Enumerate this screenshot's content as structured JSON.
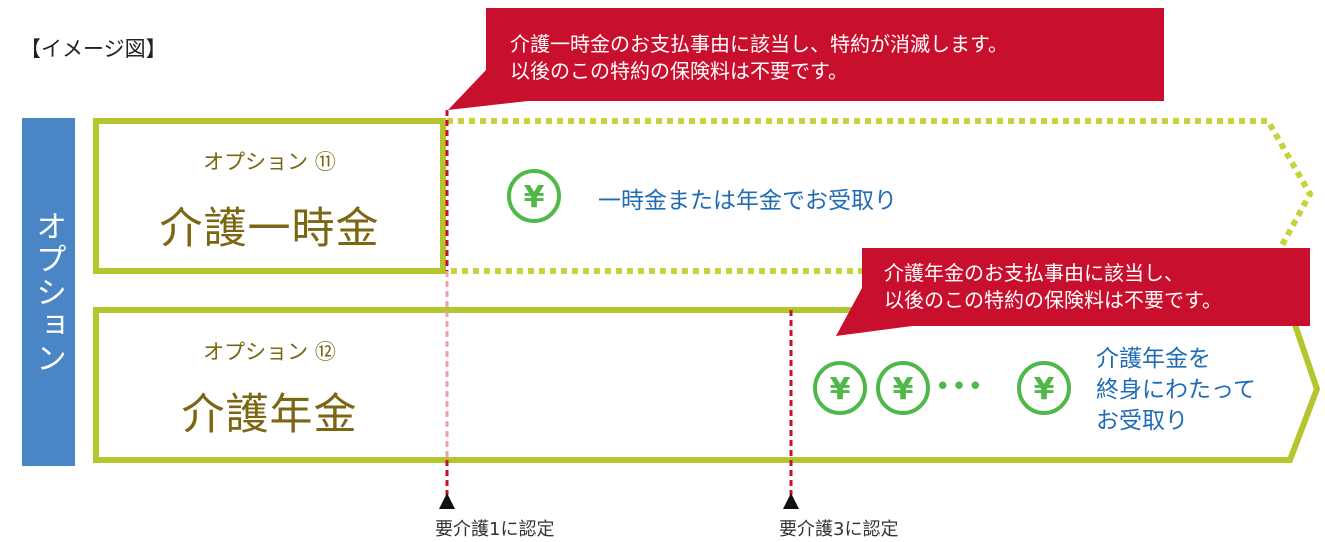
{
  "caption": "【イメージ図】",
  "side_label": "オプション",
  "callouts": [
    {
      "line1": "介護一時金のお支払事由に該当し、特約が消滅します。",
      "line2": "以後のこの特約の保険料は不要です。"
    },
    {
      "line1": "介護年金のお支払事由に該当し、",
      "line2": "以後のこの特約の保険料は不要です。"
    }
  ],
  "options": [
    {
      "label": "オプション ⑪",
      "name": "介護一時金",
      "benefit": "一時金または年金でお受取り"
    },
    {
      "label": "オプション ⑫",
      "name": "介護年金",
      "benefit_lines": [
        "介護年金を",
        "終身にわたって",
        "お受取り"
      ]
    }
  ],
  "yen_symbol": "¥",
  "ellipsis": "•••",
  "markers": [
    {
      "label": "要介護1に認定"
    },
    {
      "label": "要介護3に認定"
    }
  ],
  "colors": {
    "olive": "#b5c52d",
    "dotted": "#c8d23a",
    "red": "#c8102e",
    "blue_bar": "#4a86c6",
    "green_icon": "#4fb848",
    "title_brown": "#7b6611",
    "benefit_blue": "#1f6cb5"
  }
}
